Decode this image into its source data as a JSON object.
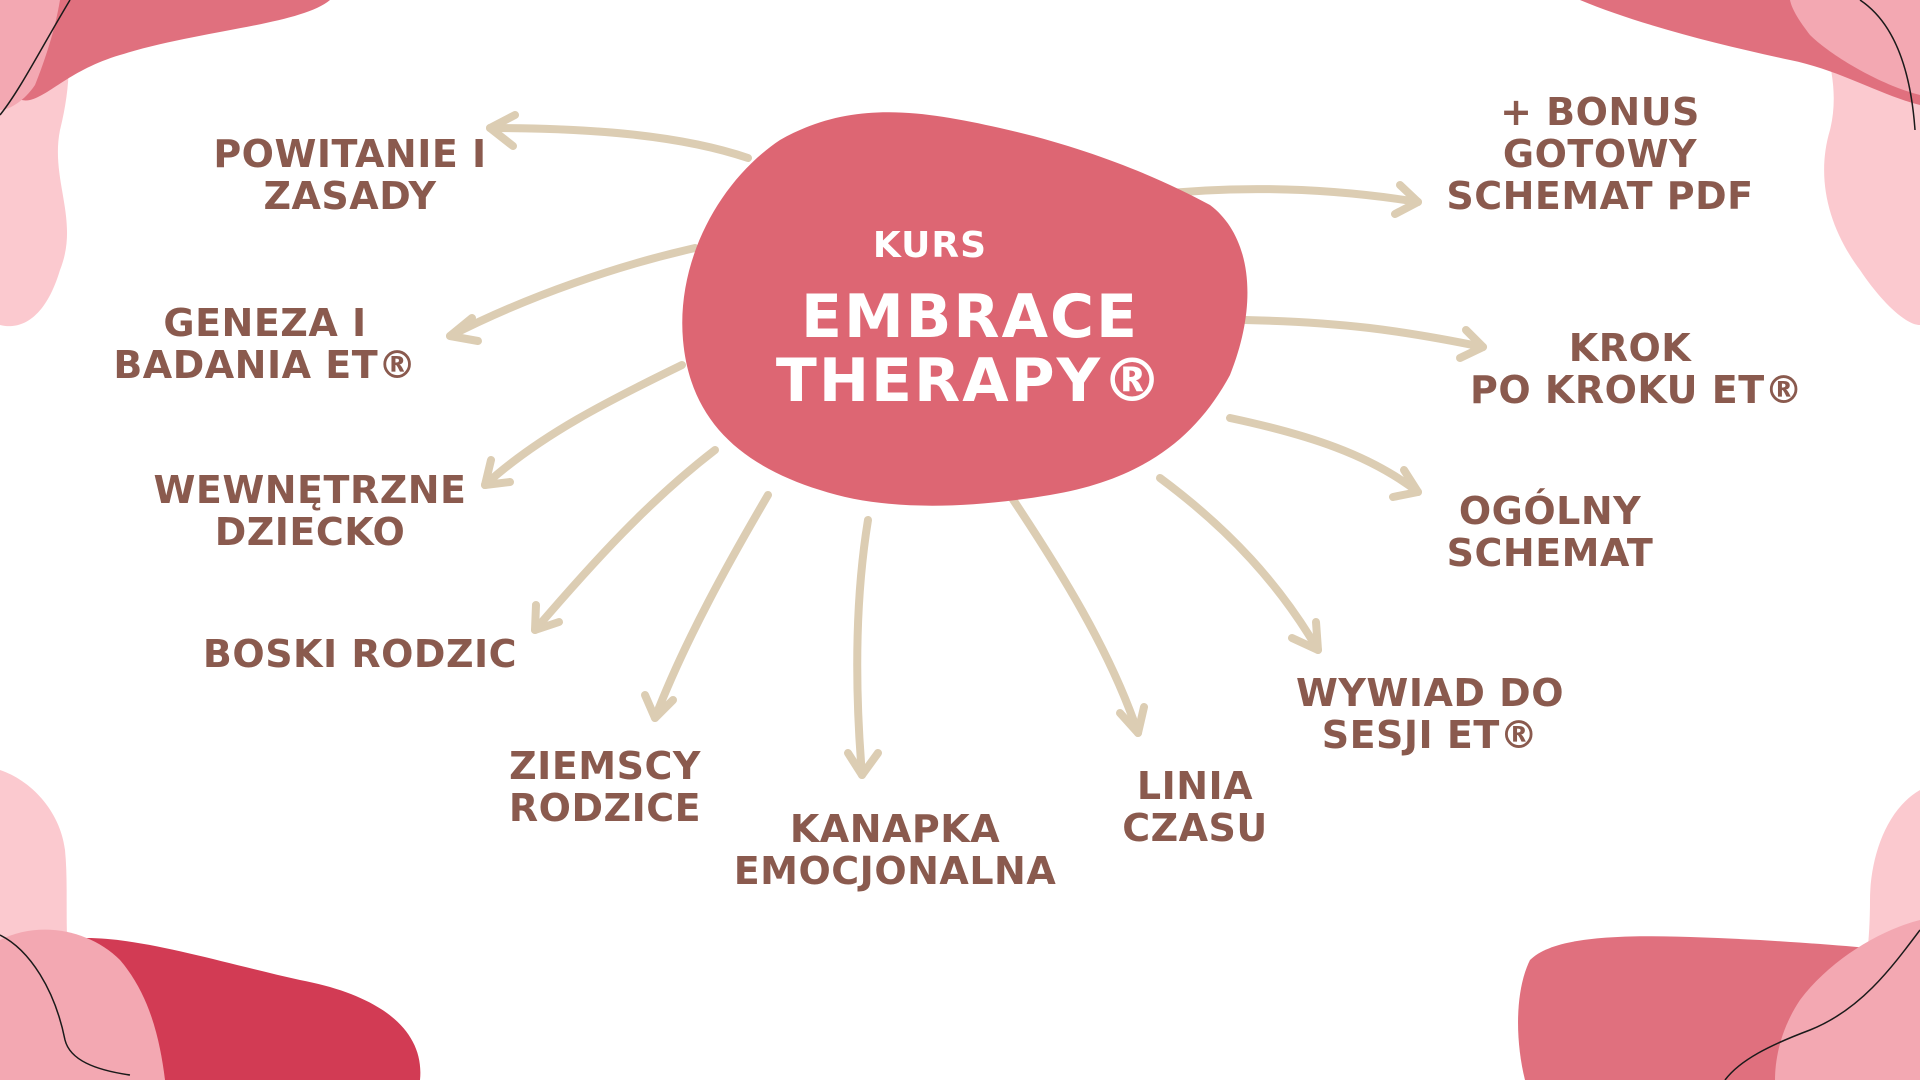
{
  "center": {
    "kicker": "KURS",
    "title_line1": "EMBRACE",
    "title_line2": "THERAPY®"
  },
  "topics": [
    {
      "line1": "POWITANIE I",
      "line2": "ZASADY"
    },
    {
      "line1": "GENEZA I",
      "line2": "BADANIA ET®"
    },
    {
      "line1": "WEWNĘTRZNE",
      "line2": "DZIECKO"
    },
    {
      "line1": "BOSKI RODZIC"
    },
    {
      "line1": "ZIEMSCY",
      "line2": "RODZICE"
    },
    {
      "line1": "KANAPKA",
      "line2": "EMOCJONALNA"
    },
    {
      "line1": "LINIA",
      "line2": "CZASU"
    },
    {
      "line1": "WYWIAD DO",
      "line2": "SESJI ET®"
    },
    {
      "line1": "OGÓLNY",
      "line2": "SCHEMAT"
    },
    {
      "line1": "KROK",
      "line2": "PO KROKU ET®"
    },
    {
      "line1": "+ BONUS",
      "line2": "GOTOWY",
      "line3": "SCHEMAT PDF"
    }
  ],
  "colors": {
    "blob_center": "#dd6673",
    "arrow": "#dccdb3",
    "label_text": "#8a5a4e",
    "corner_dark": "#d23b54",
    "corner_mid": "#e0707e",
    "corner_light": "#f3a8b2",
    "corner_pale": "#fbc9cf"
  }
}
